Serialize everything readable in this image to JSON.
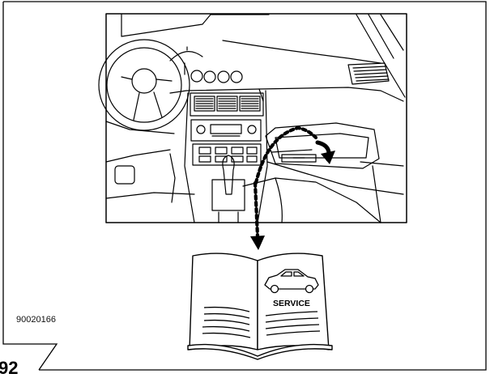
{
  "figure": {
    "reference_code": "90020166",
    "book_label": "SERVICE",
    "page_mark": "92"
  }
}
